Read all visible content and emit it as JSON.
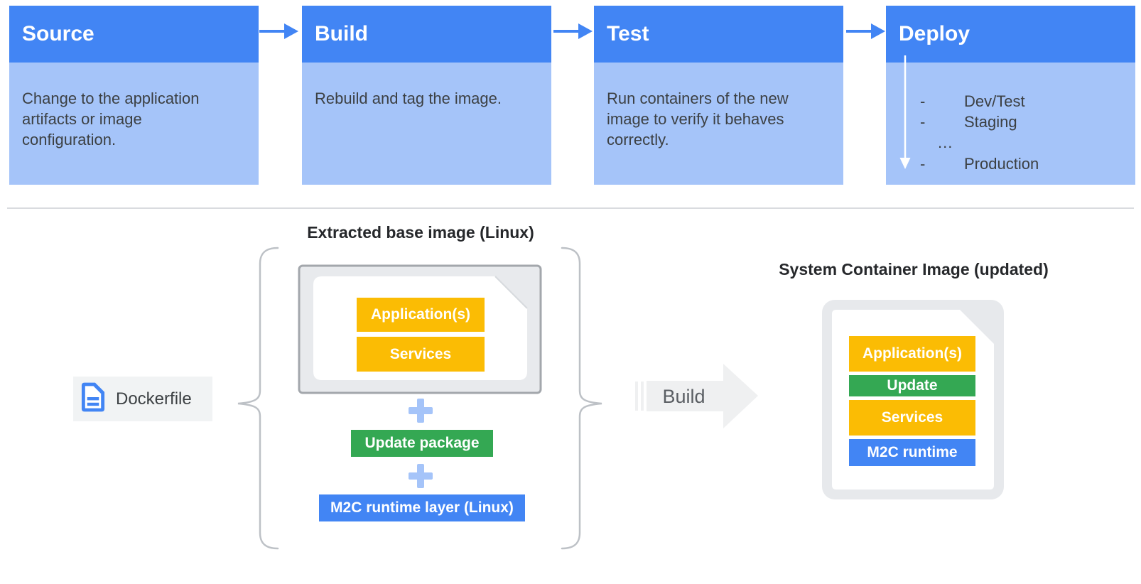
{
  "pipeline": {
    "stages": [
      {
        "title": "Source",
        "description": "Change to the application artifacts or image configuration."
      },
      {
        "title": "Build",
        "description": "Rebuild and tag the image."
      },
      {
        "title": "Test",
        "description": "Run containers of the new image to verify it behaves correctly."
      },
      {
        "title": "Deploy",
        "description": ""
      }
    ],
    "deploy_targets": [
      {
        "dash": "-",
        "label": "Dev/Test"
      },
      {
        "dash": "-",
        "label": "Staging"
      },
      {
        "dash": "",
        "label": "..."
      },
      {
        "dash": "-",
        "label": "Production"
      }
    ]
  },
  "lower_diagram": {
    "dockerfile_label": "Dockerfile",
    "extracted_base_image_title": "Extracted base image (Linux)",
    "base_layers": [
      "Application(s)",
      "Services"
    ],
    "addons": [
      "Update package",
      "M2C runtime layer (Linux)"
    ],
    "build_arrow_label": "Build",
    "system_container_title": "System Container Image (updated)",
    "result_layers": [
      "Application(s)",
      "Update",
      "Services",
      "M2C runtime"
    ]
  },
  "colors": {
    "header_blue": "#4285F4",
    "body_light_blue": "#A5C4F9",
    "layer_yellow": "#FBBC04",
    "layer_green": "#34A853",
    "layer_blue": "#4285F4",
    "doc_gray": "#E8EAED",
    "build_arrow_gray": "#EFF0F1",
    "text_dark": "#3C4043"
  }
}
